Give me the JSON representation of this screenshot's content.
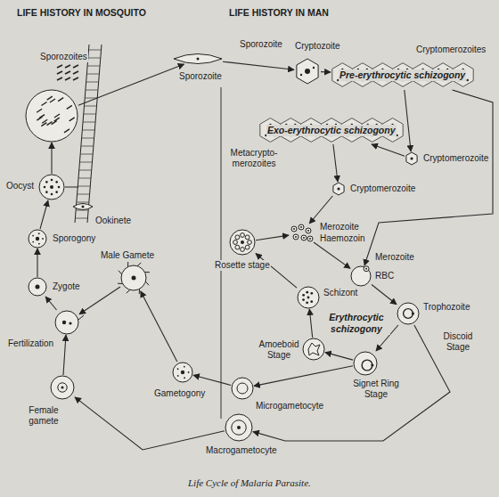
{
  "diagram": {
    "caption": "Life Cycle of Malaria Parasite.",
    "nodes": [
      {
        "text": [
          "Sporozoites"
        ]
      },
      {
        "text": [
          "Sporozoite"
        ]
      },
      {
        "text": [
          "Ookinete"
        ]
      },
      {
        "text": [
          "Sporogony"
        ]
      },
      {
        "text": [
          "Zygote"
        ]
      },
      {
        "text": [
          "Fertilization"
        ]
      },
      {
        "text": [
          "Female gamete"
        ]
      },
      {
        "text": [
          "Male Gamete"
        ]
      },
      {
        "text": [
          "Gametogony"
        ]
      },
      {
        "text": [
          "Microgametocyte"
        ]
      },
      {
        "text": [
          "Macrogametocyte"
        ]
      },
      {
        "text": [
          "Signet Ring Stage"
        ]
      },
      {
        "text": [
          "Amoeboid Stage"
        ]
      },
      {
        "text": [
          "Schizont"
        ]
      },
      {
        "text": [
          "Rosette stage"
        ]
      },
      {
        "text": [
          "Merozoite",
          "Haemozoin"
        ]
      },
      {
        "text": [
          "Merozoite",
          "RBC"
        ]
      },
      {
        "text": [
          "Trophozoite"
        ]
      },
      {
        "text": [
          "Cryptozoite"
        ]
      },
      {
        "text": [
          "Pre-erythrocytic schizogony"
        ]
      },
      {
        "text": [
          "Exo-erythrocytic schizogony"
        ]
      },
      {
        "text": [
          "Cryptomerozoite"
        ]
      },
      {
        "text": [
          "Cryptomerozoite"
        ]
      },
      {
        "text": [
          "Oocyst"
        ]
      }
    ],
    "edges": [
      {
        "from": 0,
        "to": 1,
        "arrow": "to"
      },
      {
        "from": 1,
        "to": 18,
        "arrow": "to"
      },
      {
        "from": 18,
        "to": 19,
        "arrow": "to"
      },
      {
        "from": 19,
        "to": 21,
        "arrow": "to"
      },
      {
        "from": 21,
        "to": 20,
        "arrow": "to"
      },
      {
        "from": 20,
        "to": 22,
        "arrow": "to"
      },
      {
        "from": 22,
        "to": 15,
        "arrow": "to"
      },
      {
        "from": 19,
        "to": 16,
        "arrow": "to"
      },
      {
        "from": 15,
        "to": 16,
        "arrow": "to"
      },
      {
        "from": 16,
        "to": 17,
        "arrow": "to"
      },
      {
        "from": 17,
        "to": 11,
        "arrow": "to"
      },
      {
        "from": 11,
        "to": 12,
        "arrow": "to"
      },
      {
        "from": 12,
        "to": 13,
        "arrow": "to"
      },
      {
        "from": 13,
        "to": 14,
        "arrow": "to"
      },
      {
        "from": 14,
        "to": 15,
        "arrow": "to"
      },
      {
        "from": 17,
        "to": 10,
        "arrow": "to"
      },
      {
        "from": 11,
        "to": 9,
        "arrow": "to"
      },
      {
        "from": 9,
        "to": 8,
        "arrow": "to"
      },
      {
        "from": 8,
        "to": 7,
        "arrow": "to"
      },
      {
        "from": 7,
        "to": 5,
        "arrow": "to"
      },
      {
        "from": 10,
        "to": 6,
        "arrow": "to"
      },
      {
        "from": 6,
        "to": 5,
        "arrow": "to"
      },
      {
        "from": 5,
        "to": 4,
        "arrow": "to"
      },
      {
        "from": 4,
        "to": 3,
        "arrow": "to"
      },
      {
        "from": 3,
        "to": 23,
        "arrow": "to"
      },
      {
        "from": 23,
        "to": 0,
        "arrow": "to"
      }
    ],
    "labels": [
      "LIFE HISTORY IN MOSQUITO",
      "LIFE HISTORY IN MAN",
      "Sporozoite",
      "Cryptomerozoites",
      "Metacrypto-merozoites",
      "Erythrocytic schizogony",
      "Discoid Stage"
    ]
  }
}
